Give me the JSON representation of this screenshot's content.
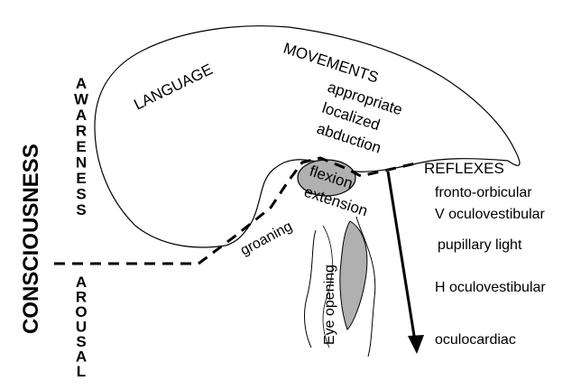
{
  "title_vertical": "CONSCIOUSNESS",
  "awareness": "AWARENESS",
  "arousal": "AROUSAL",
  "cortex": {
    "language": "LANGUAGE",
    "movements": "MOVEMENTS",
    "movement_items": [
      "appropriate",
      "localized",
      "abduction"
    ]
  },
  "brainstem": {
    "flexion": "flexion",
    "extension": "extension",
    "groaning": "groaning",
    "eye_opening": "Eye opening"
  },
  "reflexes": {
    "header": "REFLEXES",
    "items": [
      "fronto-orbicular",
      "V oculovestibular",
      "pupillary light",
      "H oculovestibular",
      "oculocardiac"
    ]
  },
  "colors": {
    "line": "#000000",
    "fill_gray": "#b0b0b0"
  }
}
